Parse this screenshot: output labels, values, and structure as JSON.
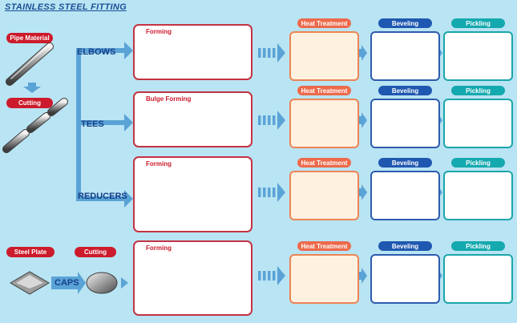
{
  "title": "STAINLESS STEEL FITTING",
  "inputs": {
    "pipe_material": "Pipe Material",
    "cutting": "Cutting",
    "steel_plate": "Steel Plate",
    "cutting2": "Cutting"
  },
  "products": {
    "elbows": "ELBOWS",
    "tees": "TEES",
    "reducers": "REDUCERS",
    "caps": "CAPS"
  },
  "forming": {
    "elbows": "Forming",
    "tees": "Bulge Forming",
    "reducers": "Forming",
    "caps": "Forming"
  },
  "steps": {
    "heat": "Heat Treatment",
    "beveling": "Beveling",
    "pickling": "Pickling"
  },
  "colors": {
    "background": "#b9e4f3",
    "flow_arrow": "#5aa3d6",
    "red_label": "#cc1b2c",
    "blue_label": "#1f58b0",
    "cyan_label": "#14a9ae",
    "heat_label": "#ec6a4c"
  }
}
